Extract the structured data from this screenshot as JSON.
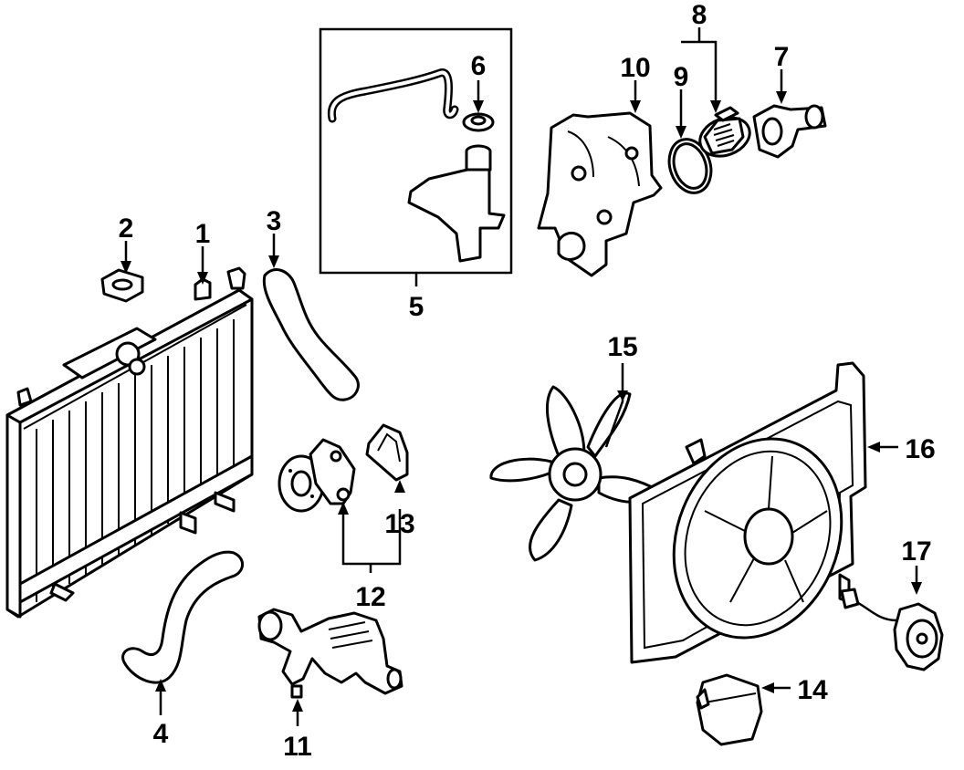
{
  "diagram": {
    "callouts": [
      {
        "id": "c1",
        "label": "1",
        "part": "radiator"
      },
      {
        "id": "c2",
        "label": "2",
        "part": "radiator-mount-bushing"
      },
      {
        "id": "c3",
        "label": "3",
        "part": "upper-radiator-hose"
      },
      {
        "id": "c4",
        "label": "4",
        "part": "lower-radiator-hose"
      },
      {
        "id": "c5",
        "label": "5",
        "part": "coolant-reservoir-assembly"
      },
      {
        "id": "c6",
        "label": "6",
        "part": "reservoir-cap"
      },
      {
        "id": "c7",
        "label": "7",
        "part": "thermostat-housing"
      },
      {
        "id": "c8",
        "label": "8",
        "part": "thermostat-assembly"
      },
      {
        "id": "c9",
        "label": "9",
        "part": "thermostat-gasket"
      },
      {
        "id": "c10",
        "label": "10",
        "part": "water-outlet-housing"
      },
      {
        "id": "c11",
        "label": "11",
        "part": "water-outlet"
      },
      {
        "id": "c12",
        "label": "12",
        "part": "water-pump-assembly"
      },
      {
        "id": "c13",
        "label": "13",
        "part": "water-pump-gasket"
      },
      {
        "id": "c14",
        "label": "14",
        "part": "fan-control-module"
      },
      {
        "id": "c15",
        "label": "15",
        "part": "fan-blade"
      },
      {
        "id": "c16",
        "label": "16",
        "part": "fan-shroud"
      },
      {
        "id": "c17",
        "label": "17",
        "part": "fan-motor"
      }
    ]
  }
}
